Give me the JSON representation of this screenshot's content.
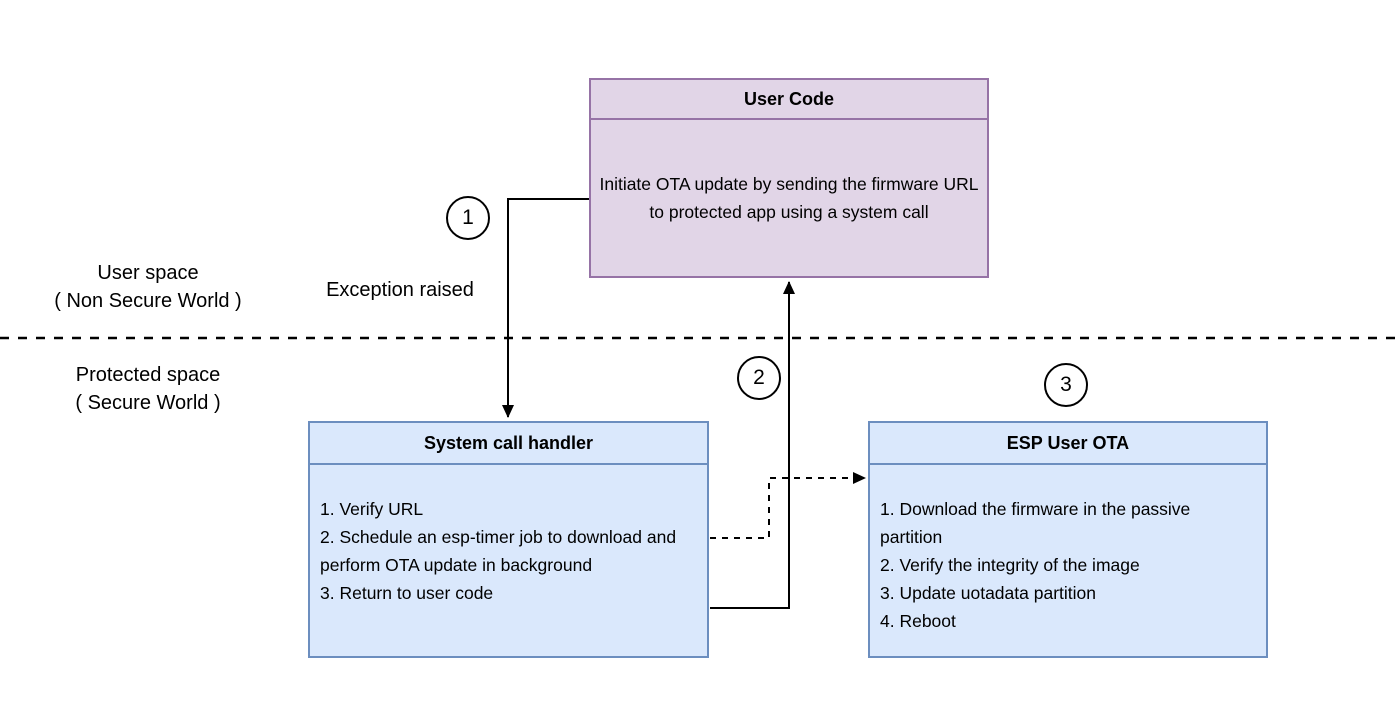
{
  "colors": {
    "background": "#ffffff",
    "user_code_fill": "#e1d5e7",
    "user_code_stroke": "#9673a6",
    "handler_fill": "#dae8fc",
    "handler_stroke": "#6c8ebf",
    "line_color": "#000000",
    "text_color": "#000000"
  },
  "zones": {
    "user_space_line1": "User space",
    "user_space_line2": "( Non Secure World )",
    "protected_space_line1": "Protected space",
    "protected_space_line2": "( Secure World )"
  },
  "annotations": {
    "exception_label": "Exception raised",
    "step1": "1",
    "step2": "2",
    "step3": "3"
  },
  "boxes": {
    "user_code": {
      "title": "User Code",
      "body": "Initiate OTA update by sending the firmware URL to protected app using a system call"
    },
    "system_call_handler": {
      "title": "System call handler",
      "lines": [
        "1. Verify URL",
        "2. Schedule an esp-timer job to download and perform OTA update in background",
        "3. Return to user code"
      ]
    },
    "esp_user_ota": {
      "title": "ESP User OTA",
      "lines": [
        "1. Download the firmware in the passive partition",
        "2. Verify the integrity of the image",
        "3. Update uotadata partition",
        "4. Reboot"
      ]
    }
  }
}
